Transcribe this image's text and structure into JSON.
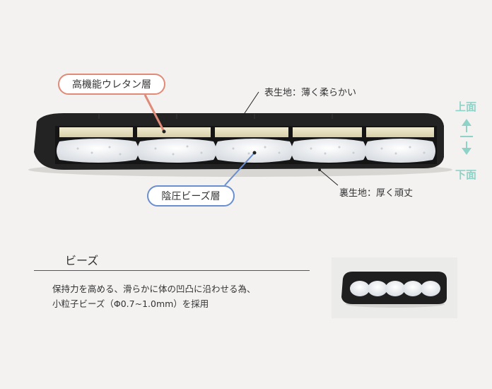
{
  "labels": {
    "urethane_layer": "高機能ウレタン層",
    "beads_layer": "陰圧ビーズ層",
    "top_fabric": "表生地：薄く柔らかい",
    "bottom_fabric": "裏生地：厚く頑丈"
  },
  "direction": {
    "top": "上面",
    "bottom": "下面"
  },
  "section": {
    "title": "ビーズ",
    "description_lines": [
      "保持力を高める、滑らかに体の凹凸に沿わせる為、",
      "小粒子ビーズ（Φ0.7~1.0mm）を採用"
    ]
  },
  "colors": {
    "urethane_callout": "#e08a78",
    "beads_callout": "#6a8fd0",
    "direction_arrow": "#8fd3c8",
    "fabric": "#232323",
    "urethane": "#e6dfc0"
  }
}
